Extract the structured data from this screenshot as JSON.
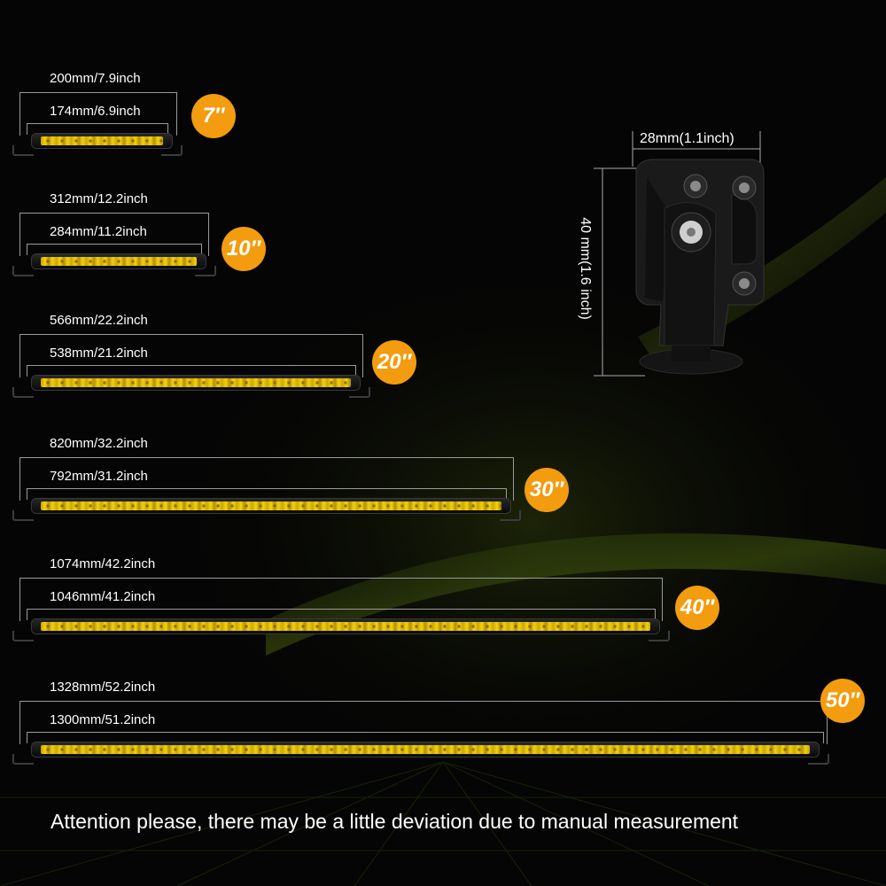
{
  "sizes": [
    {
      "outer": "200mm/7.9inch",
      "inner": "174mm/6.9inch",
      "badge": "7″"
    },
    {
      "outer": "312mm/12.2inch",
      "inner": "284mm/11.2inch",
      "badge": "10″"
    },
    {
      "outer": "566mm/22.2inch",
      "inner": "538mm/21.2inch",
      "badge": "20″"
    },
    {
      "outer": "820mm/32.2inch",
      "inner": "792mm/31.2inch",
      "badge": "30″"
    },
    {
      "outer": "1074mm/42.2inch",
      "inner": "1046mm/41.2inch",
      "badge": "40″"
    },
    {
      "outer": "1328mm/52.2inch",
      "inner": "1300mm/51.2inch",
      "badge": "50″"
    }
  ],
  "bracket": {
    "width_label": "28mm(1.1inch)",
    "height_label": "40 mm(1.6 inch)"
  },
  "notice": "Attention please, there may be a little deviation due to manual measurement",
  "colors": {
    "badge": "#f39c0f",
    "lens": "#f4d20a",
    "background": "#050505"
  }
}
